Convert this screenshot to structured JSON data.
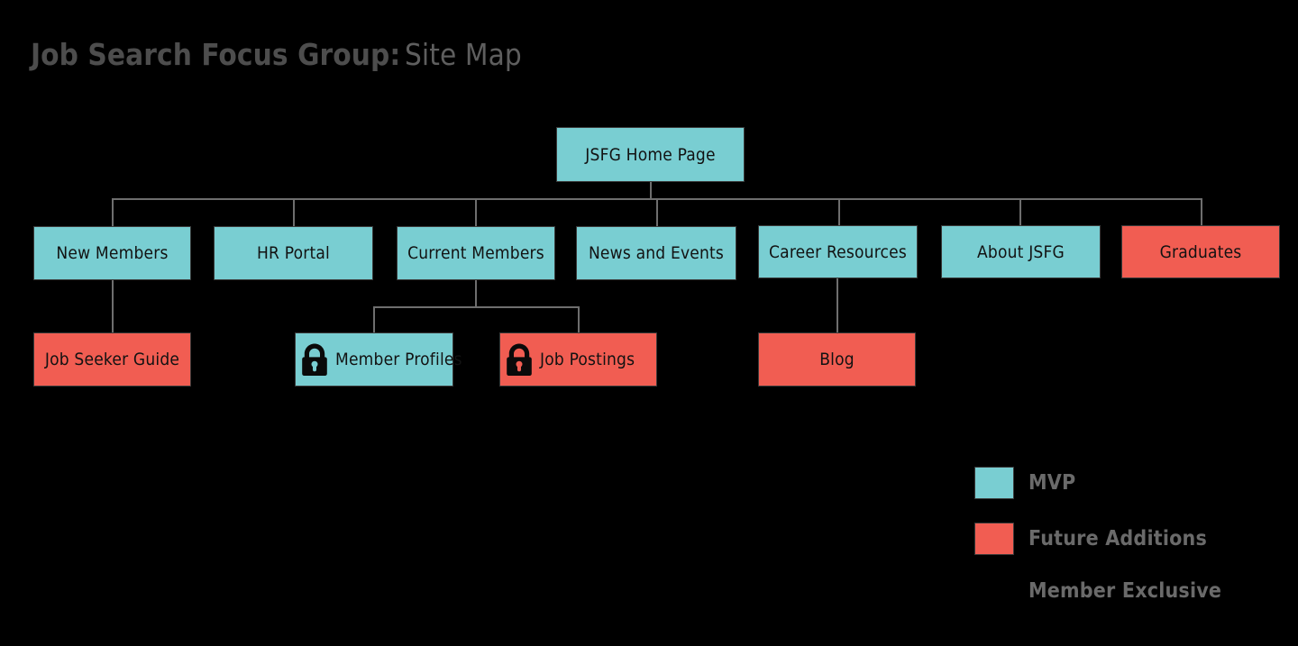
{
  "title": {
    "bold": "Job Search Focus Group:",
    "light": "Site Map"
  },
  "colors": {
    "mvp": "#79ced2",
    "future": "#f15d52",
    "background": "#000000",
    "connector": "#6e6e6e",
    "title_bold": "#4d4d4d",
    "title_light": "#5e5e5e",
    "legend_text": "#6a6a6a",
    "node_text": "#121212"
  },
  "nodes": {
    "root": {
      "label": "JSFG Home Page",
      "type": "mvp",
      "locked": false
    },
    "level1": [
      {
        "label": "New Members",
        "type": "mvp",
        "locked": false
      },
      {
        "label": "HR Portal",
        "type": "mvp",
        "locked": false
      },
      {
        "label": "Current Members",
        "type": "mvp",
        "locked": false
      },
      {
        "label": "News and Events",
        "type": "mvp",
        "locked": false
      },
      {
        "label": "Career Resources",
        "type": "mvp",
        "locked": false
      },
      {
        "label": "About JSFG",
        "type": "mvp",
        "locked": false
      },
      {
        "label": "Graduates",
        "type": "future",
        "locked": false
      }
    ],
    "level2": [
      {
        "label": "Job Seeker Guide",
        "type": "future",
        "locked": false,
        "parent": "New Members"
      },
      {
        "label": "Member Profiles",
        "type": "mvp",
        "locked": true,
        "parent": "Current Members"
      },
      {
        "label": "Job Postings",
        "type": "future",
        "locked": true,
        "parent": "Current Members"
      },
      {
        "label": "Blog",
        "type": "future",
        "locked": false,
        "parent": "Career Resources"
      }
    ]
  },
  "legend": {
    "items": [
      {
        "label": "MVP",
        "swatch": "mvp"
      },
      {
        "label": "Future Additions",
        "swatch": "future"
      },
      {
        "label": "Member Exclusive",
        "swatch": "none"
      }
    ]
  },
  "icons": {
    "lock": "lock-icon"
  }
}
